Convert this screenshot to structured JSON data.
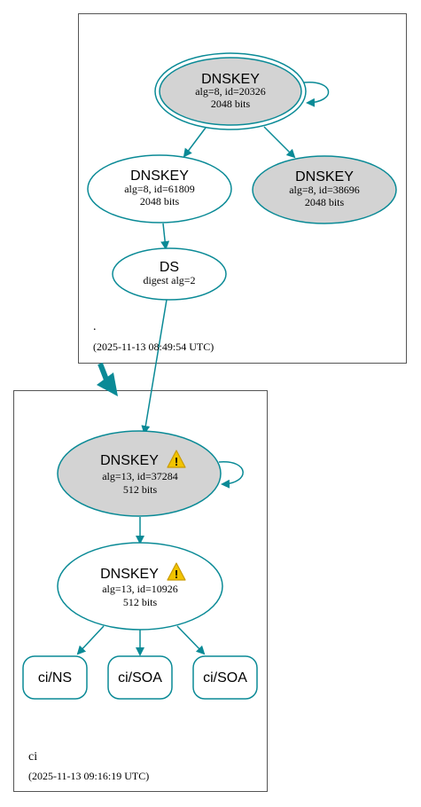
{
  "zones": {
    "root": {
      "label": ".",
      "timestamp": "(2025-11-13 08:49:54 UTC)"
    },
    "ci": {
      "label": "ci",
      "timestamp": "(2025-11-13 09:16:19 UTC)"
    }
  },
  "nodes": {
    "root_ksk": {
      "title": "DNSKEY",
      "line1": "alg=8, id=20326",
      "line2": "2048 bits"
    },
    "root_zsk1": {
      "title": "DNSKEY",
      "line1": "alg=8, id=61809",
      "line2": "2048 bits"
    },
    "root_zsk2": {
      "title": "DNSKEY",
      "line1": "alg=8, id=38696",
      "line2": "2048 bits"
    },
    "ds": {
      "title": "DS",
      "line1": "digest alg=2"
    },
    "ci_ksk": {
      "title": "DNSKEY",
      "line1": "alg=13, id=37284",
      "line2": "512 bits"
    },
    "ci_zsk": {
      "title": "DNSKEY",
      "line1": "alg=13, id=10926",
      "line2": "512 bits"
    },
    "rr_ns": {
      "label": "ci/NS"
    },
    "rr_soa1": {
      "label": "ci/SOA"
    },
    "rr_soa2": {
      "label": "ci/SOA"
    }
  },
  "colors": {
    "edge": "#0a8a96",
    "node_fill_gray": "#d3d3d3",
    "border": "#555555",
    "warning": "#f2c400"
  },
  "icons": [
    "warning-icon"
  ]
}
